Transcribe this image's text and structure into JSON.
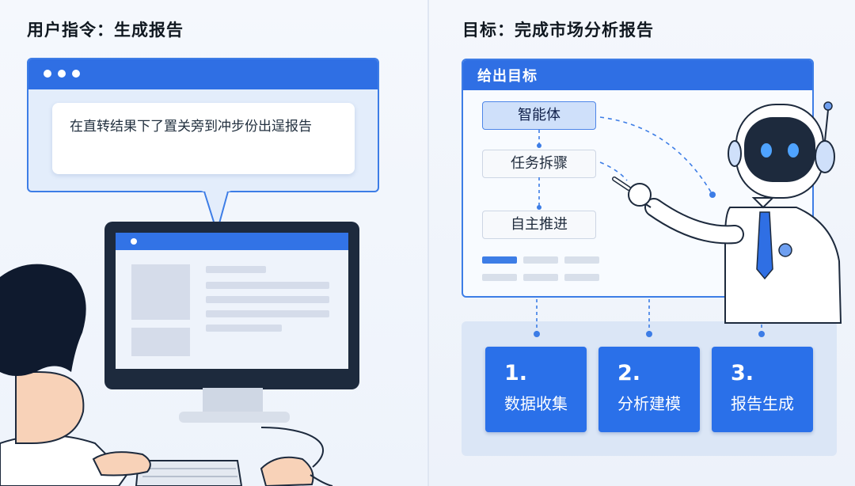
{
  "left_panel": {
    "heading": "用户指令：生成报告",
    "chat_message": "在直转结果下了置关旁到冲步份出逞报告"
  },
  "right_panel": {
    "heading": "目标：完成市场分析报告",
    "goal_window_title": "给出目标",
    "steps": [
      {
        "label": "智能体",
        "active": true
      },
      {
        "label": "任务拆骤",
        "active": false
      },
      {
        "label": "自主推进",
        "active": false
      }
    ],
    "tasks": [
      {
        "num": "1.",
        "label": "数据收集"
      },
      {
        "num": "2.",
        "label": "分析建模"
      },
      {
        "num": "3.",
        "label": "报告生成"
      }
    ]
  },
  "colors": {
    "accent": "#2f6fe4",
    "card": "#2a70e9",
    "robot_face": "#1d2a3d"
  }
}
